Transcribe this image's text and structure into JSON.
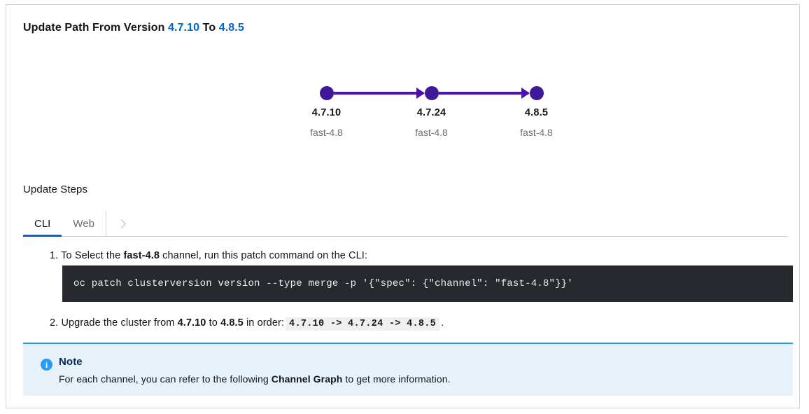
{
  "header": {
    "title_prefix": "Update Path From Version",
    "from_version": "4.7.10",
    "conjunction": "To",
    "to_version": "4.8.5"
  },
  "graph": {
    "node_color": "#40199A",
    "edge_color": "#4B0FB3",
    "nodes": [
      {
        "version": "4.7.10",
        "channel": "fast-4.8"
      },
      {
        "version": "4.7.24",
        "channel": "fast-4.8"
      },
      {
        "version": "4.8.5",
        "channel": "fast-4.8"
      }
    ]
  },
  "steps_section": {
    "title": "Update Steps",
    "tabs": [
      {
        "label": "CLI",
        "active": true
      },
      {
        "label": "Web",
        "active": false
      }
    ],
    "scroll_icon": "chevron-right-icon",
    "active_tab_color": "#0066CC"
  },
  "step1": {
    "number": "1.",
    "text_before": "To Select the",
    "channel": "fast-4.8",
    "text_after": "channel, run this patch command on the CLI:",
    "command": "oc patch clusterversion version --type merge -p '{\"spec\": {\"channel\": \"fast-4.8\"}}'",
    "code_bg": "#26292D"
  },
  "step2": {
    "number": "2.",
    "text_before": "Upgrade the cluster from",
    "from_version": "4.7.10",
    "text_middle": "to",
    "to_version": "4.8.5",
    "text_after": "in order:",
    "order_code": "4.7.10 -> 4.7.24 -> 4.8.5",
    "period": "."
  },
  "note": {
    "icon": "info-circle-icon",
    "icon_glyph": "i",
    "title": "Note",
    "text_before": "For each channel, you can refer to the following",
    "link_text": "Channel Graph",
    "text_after": "to get more information.",
    "accent_color": "#2B9AF3",
    "background_color": "#E7F1FA"
  }
}
